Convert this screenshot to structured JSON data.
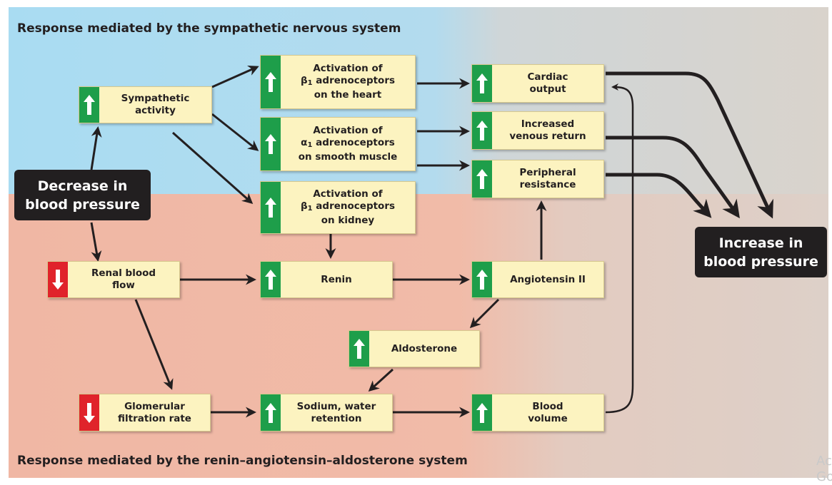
{
  "header": {
    "title": "Response mediated by the sympathetic nervous system"
  },
  "footer": {
    "title": "Response mediated by the renin–angiotensin–aldosterone system"
  },
  "trigger": {
    "label": "Decrease in\nblood pressure"
  },
  "outcome": {
    "label": "Increase in\nblood pressure"
  },
  "nodes": {
    "sympathetic_activity": {
      "label": "Sympathetic\nactivity",
      "direction": "up"
    },
    "beta1_heart": {
      "line1": "Activation of",
      "greek": "β",
      "sub": "1",
      "line2rest": " adrenoceptors",
      "line3": "on the  heart",
      "direction": "up"
    },
    "alpha1_smooth_muscle": {
      "line1": "Activation of",
      "greek": "α",
      "sub": "1",
      "line2rest": " adrenoceptors",
      "line3": "on smooth muscle",
      "direction": "up"
    },
    "beta1_kidney": {
      "line1": "Activation of",
      "greek": "β",
      "sub": "1",
      "line2rest": " adrenoceptors",
      "line3": "on kidney",
      "direction": "up"
    },
    "cardiac_output": {
      "label": "Cardiac\noutput",
      "direction": "up"
    },
    "venous_return": {
      "label": "Increased\nvenous return",
      "direction": "up"
    },
    "peripheral_resistance": {
      "label": "Peripheral\nresistance",
      "direction": "up"
    },
    "renal_blood_flow": {
      "label": "Renal blood\nflow",
      "direction": "down"
    },
    "renin": {
      "label": "Renin",
      "direction": "up"
    },
    "angiotensin_ii": {
      "label": "Angiotensin II",
      "direction": "up"
    },
    "aldosterone": {
      "label": "Aldosterone",
      "direction": "up"
    },
    "glomerular_filtration_rate": {
      "label": "Glomerular\nfiltration rate",
      "direction": "down"
    },
    "sodium_water_retention": {
      "label": "Sodium, water\nretention",
      "direction": "up"
    },
    "blood_volume": {
      "label": "Blood\nvolume",
      "direction": "up"
    }
  },
  "colors": {
    "increase_indicator": "#1e9e4a",
    "decrease_indicator": "#e0232b",
    "box_fill": "#fcf3c0",
    "sympathetic_bg": "#a9dcf2",
    "raas_bg": "#f0b7a4",
    "dark_box": "#221f20"
  },
  "watermark": {
    "text": "Ac\nGo"
  }
}
